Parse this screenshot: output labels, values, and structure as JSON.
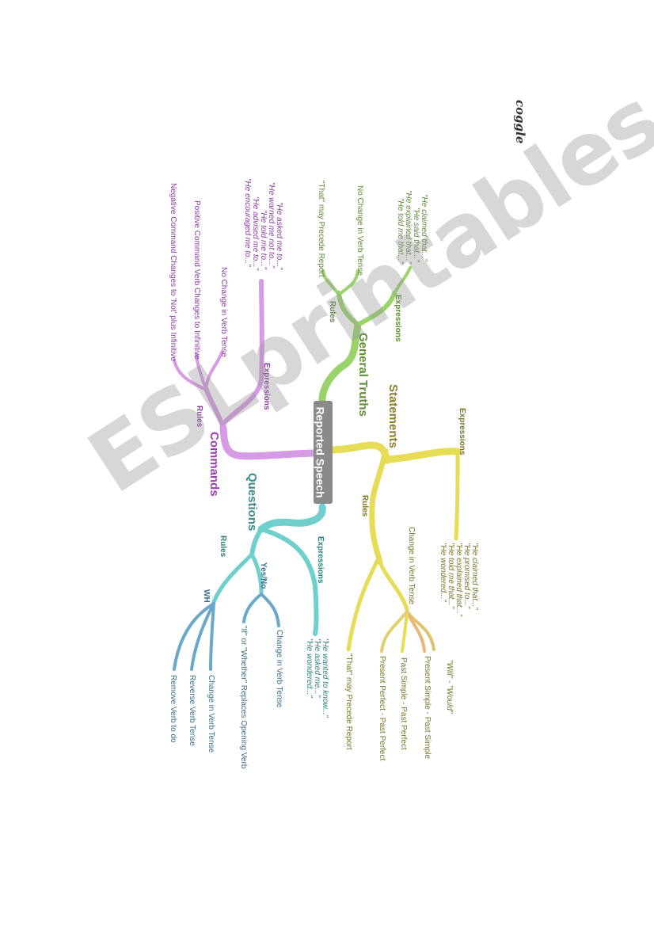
{
  "logo": "coggle",
  "watermark": "ESLprintables.com",
  "colors": {
    "statements": "#e6dc55",
    "statements_text": "#7d7428",
    "general": "#9ad36a",
    "general_text": "#5d8a36",
    "commands": "#d79be6",
    "commands_text": "#8a3f9e",
    "questions": "#6ecfcc",
    "questions_text": "#2e7f7c",
    "questions_alt": "#6aa8c9",
    "center_bg": "#8a8a8a"
  },
  "center": {
    "label": "Reported Speech"
  },
  "branches": {
    "statements": {
      "label": "Statements",
      "expressions": {
        "label": "Expressions",
        "items": [
          "\"He claimed that...\"",
          "\"He promised to...\"",
          "\"He explained that...\"",
          "\"He told me that...\"",
          "\"He wondered...\""
        ]
      },
      "rules": {
        "label": "Rules",
        "tense_label": "Change in Verb Tense",
        "tense_items": [
          "\"Will\" - \"Would\"",
          "Present Simple - Past Simple",
          "Past Simple - Past Perfect",
          "Present Perfect - Past Perfect"
        ],
        "that": "\"That\" may Precede Report"
      }
    },
    "general": {
      "label": "General Truths",
      "expressions": {
        "label": "Expressions",
        "items": [
          "\"He claimed that...\"",
          "\"He said that...\"",
          "\"He explained that...\"",
          "\"He told me that...\""
        ]
      },
      "rules": {
        "label": "Rules",
        "items": [
          "No Change in Verb Tense",
          "\"That\" may Precede Report"
        ]
      }
    },
    "commands": {
      "label": "Commands",
      "expressions": {
        "label": "Expressions",
        "items": [
          "\"He asked me to...\"",
          "\"He warned me not to...\"",
          "\"He told me to...\"",
          "\"He advised me to...\"",
          "\"He encouraged me to...\""
        ]
      },
      "rules": {
        "label": "Rules",
        "items": [
          "No Change in Verb Tense",
          "Positive Command Verb Changes to Infinitive",
          "Negative Command Changes to 'Not' plus Infinitive"
        ]
      }
    },
    "questions": {
      "label": "Questions",
      "expressions": {
        "label": "Expressions",
        "items": [
          "\"He wanted to know...\"",
          "\"He asked me...\"",
          "\"He wondered...\""
        ]
      },
      "rules": {
        "label": "Rules",
        "yesno": {
          "label": "Yes/No",
          "items": [
            "Change in Verb Tense",
            "\"If\" or \"Whether\" Replaces Opening Verb"
          ]
        },
        "wh": {
          "label": "WH",
          "items": [
            "Change in Verb Tense",
            "Reverse Verb Tense",
            "Remove Verb to do"
          ]
        }
      }
    }
  }
}
